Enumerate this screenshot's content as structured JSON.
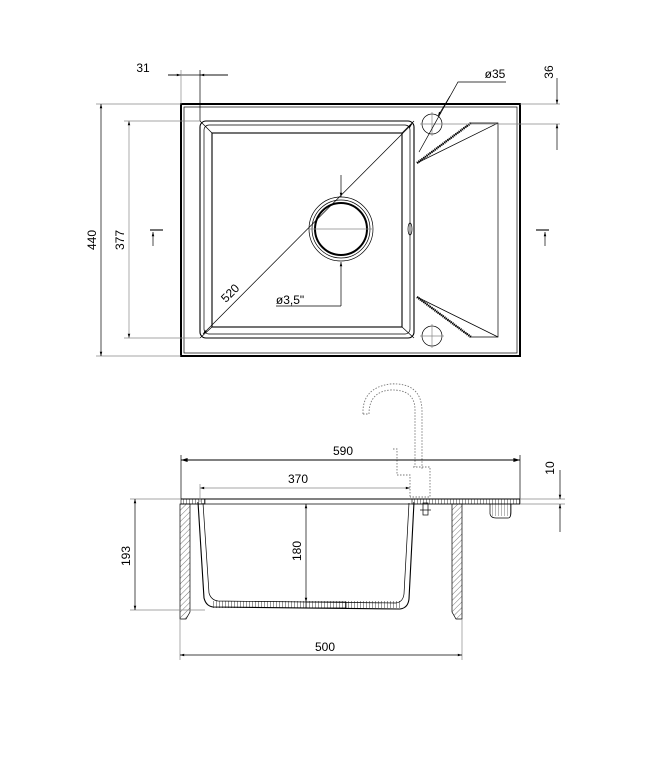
{
  "drawing": {
    "top_view": {
      "dimensions": {
        "rim_offset": "31",
        "tap_hole_diameter": "ø35",
        "tap_hole_offset": "36",
        "overall_depth": "440",
        "bowl_depth": "377",
        "bowl_diagonal": "520",
        "drain_diameter": "ø3,5\""
      }
    },
    "side_view": {
      "dimensions": {
        "overall_width": "590",
        "bowl_width": "370",
        "rim_thickness": "10",
        "overall_height": "193",
        "bowl_height": "180",
        "cabinet_width": "500"
      }
    }
  }
}
